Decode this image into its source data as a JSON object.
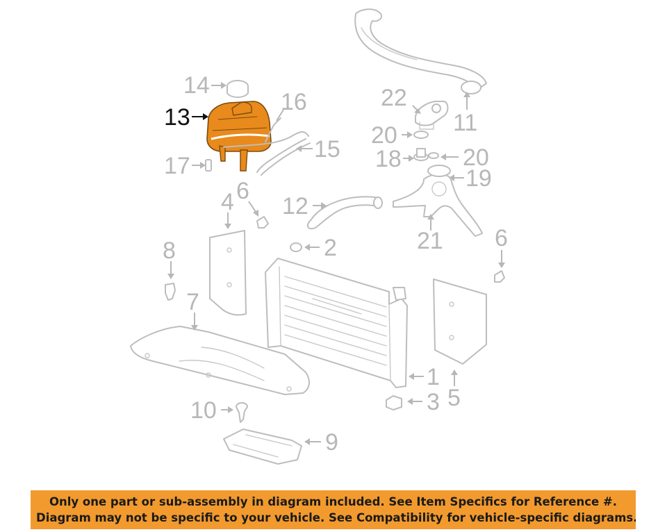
{
  "colors": {
    "highlight_part": "#e88a1c",
    "highlight_label": "#111111",
    "ghost_part": "#bdbdbd",
    "ghost_label": "#b7b7b7",
    "notice_background": "#f29a2e",
    "notice_text": "#1a1a1a"
  },
  "highlighted_part": "13",
  "callouts": [
    {
      "id": "c1",
      "label": "1"
    },
    {
      "id": "c2",
      "label": "2"
    },
    {
      "id": "c3",
      "label": "3"
    },
    {
      "id": "c4",
      "label": "4"
    },
    {
      "id": "c5",
      "label": "5"
    },
    {
      "id": "c6a",
      "label": "6"
    },
    {
      "id": "c6b",
      "label": "6"
    },
    {
      "id": "c7",
      "label": "7"
    },
    {
      "id": "c8",
      "label": "8"
    },
    {
      "id": "c9",
      "label": "9"
    },
    {
      "id": "c10",
      "label": "10"
    },
    {
      "id": "c11",
      "label": "11"
    },
    {
      "id": "c12",
      "label": "12"
    },
    {
      "id": "c13",
      "label": "13"
    },
    {
      "id": "c14",
      "label": "14"
    },
    {
      "id": "c15",
      "label": "15"
    },
    {
      "id": "c16",
      "label": "16"
    },
    {
      "id": "c17",
      "label": "17"
    },
    {
      "id": "c18",
      "label": "18"
    },
    {
      "id": "c19",
      "label": "19"
    },
    {
      "id": "c20a",
      "label": "20"
    },
    {
      "id": "c20b",
      "label": "20"
    },
    {
      "id": "c21",
      "label": "21"
    },
    {
      "id": "c22",
      "label": "22"
    }
  ],
  "notice": {
    "line1": "Only one part or sub-assembly in diagram included. See Item Specifics for Reference #.",
    "line2": "Diagram may not be specific to your vehicle. See Compatibility for vehicle-specific diagrams."
  }
}
